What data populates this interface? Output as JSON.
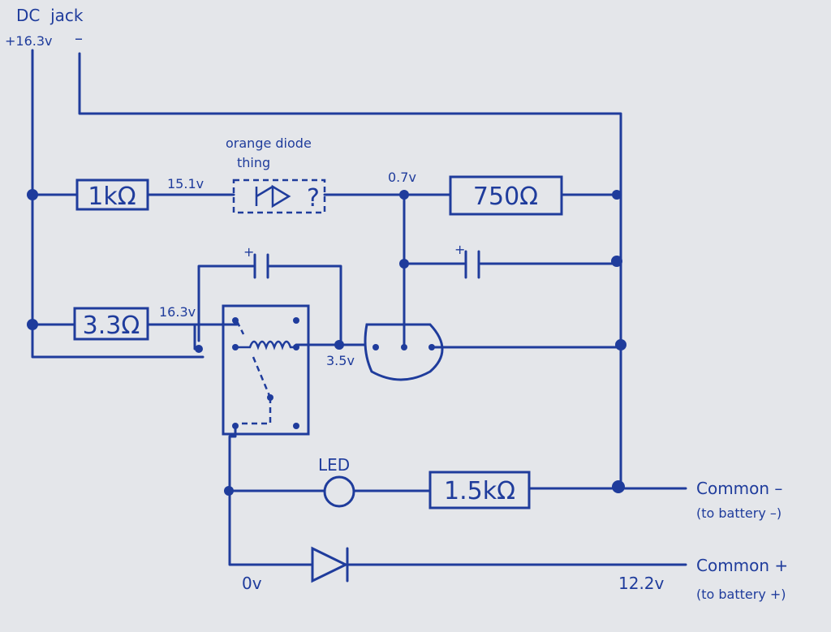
{
  "labels": {
    "dc_jack": "DC  jack",
    "dc_plus": "+16.3v",
    "dc_minus": "–",
    "orange_diode_line1": "orange diode",
    "orange_diode_line2": "thing",
    "v_15_1": "15.1v",
    "v_0_7": "0.7v",
    "v_16_3": "16.3v",
    "v_3_5": "3.5v",
    "v_0": "0v",
    "v_12_2": "12.2v",
    "led": "LED",
    "common_minus": "Common –",
    "common_minus_sub": "(to battery –)",
    "common_plus": "Common +",
    "common_plus_sub": "(to battery +)",
    "cap_plus": "+"
  },
  "components": {
    "r1": "1kΩ",
    "r2": "750Ω",
    "r3": "3.3Ω",
    "r4": "1.5kΩ",
    "unknown": "?"
  },
  "colors": {
    "ink": "#1f3c9c",
    "paper": "#e4e6ea"
  }
}
